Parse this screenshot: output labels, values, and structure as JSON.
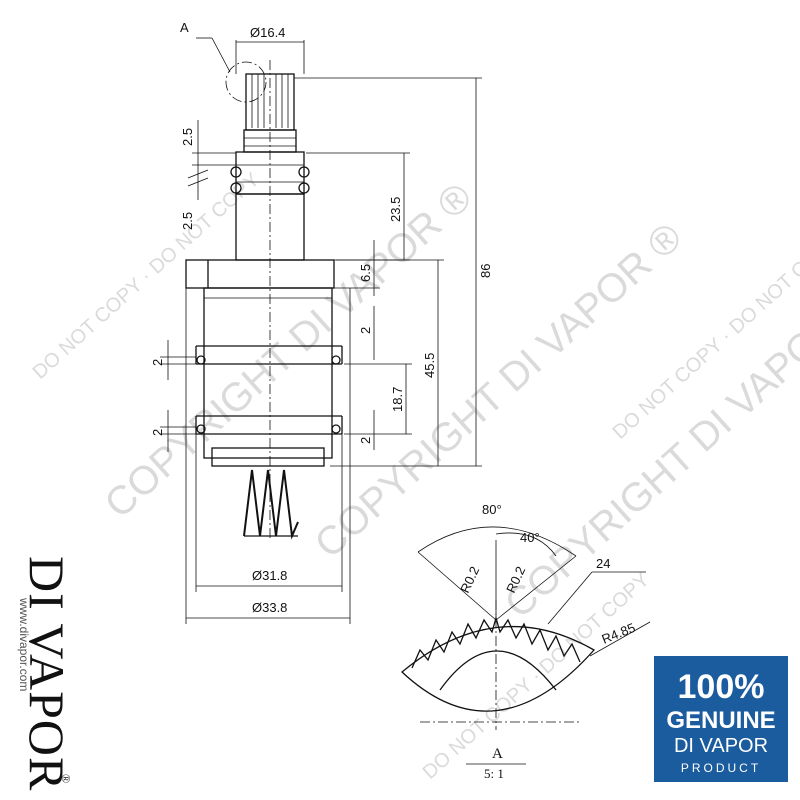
{
  "watermark": {
    "line_big": "COPYRIGHT DI VAPOR ®",
    "line_small": "DO NOT COPY · DO NOT COPY"
  },
  "dimensions": {
    "top_diameter": "Ø16.4",
    "detail_marker": "A",
    "o_ring_gap_top": "2.5",
    "o_ring_gap_bottom": "2.5",
    "upper_height": "23.5",
    "total_height": "86",
    "collar_height": "6.5",
    "body_gap": "2",
    "lower_height": "45.5",
    "left_ring_top": "2",
    "left_ring_bottom": "2",
    "ring_spacing": "18.7",
    "bottom_gap": "2",
    "diameter_inner": "Ø31.8",
    "diameter_outer": "Ø33.8"
  },
  "detail": {
    "angle_total": "80°",
    "angle_half": "40°",
    "radius_left": "R0.2",
    "radius_right": "R0.2",
    "teeth_count": "24",
    "spline_radius": "R4.85",
    "label": "A",
    "scale": "5: 1"
  },
  "brand": {
    "logo_text": "DI VAPOR",
    "registered": "®",
    "website": "www.divapor.com"
  },
  "badge": {
    "percent": "100%",
    "genuine": "GENUINE",
    "brand": "DI VAPOR",
    "product": "PRODUCT",
    "color": "#1a5c9e"
  }
}
